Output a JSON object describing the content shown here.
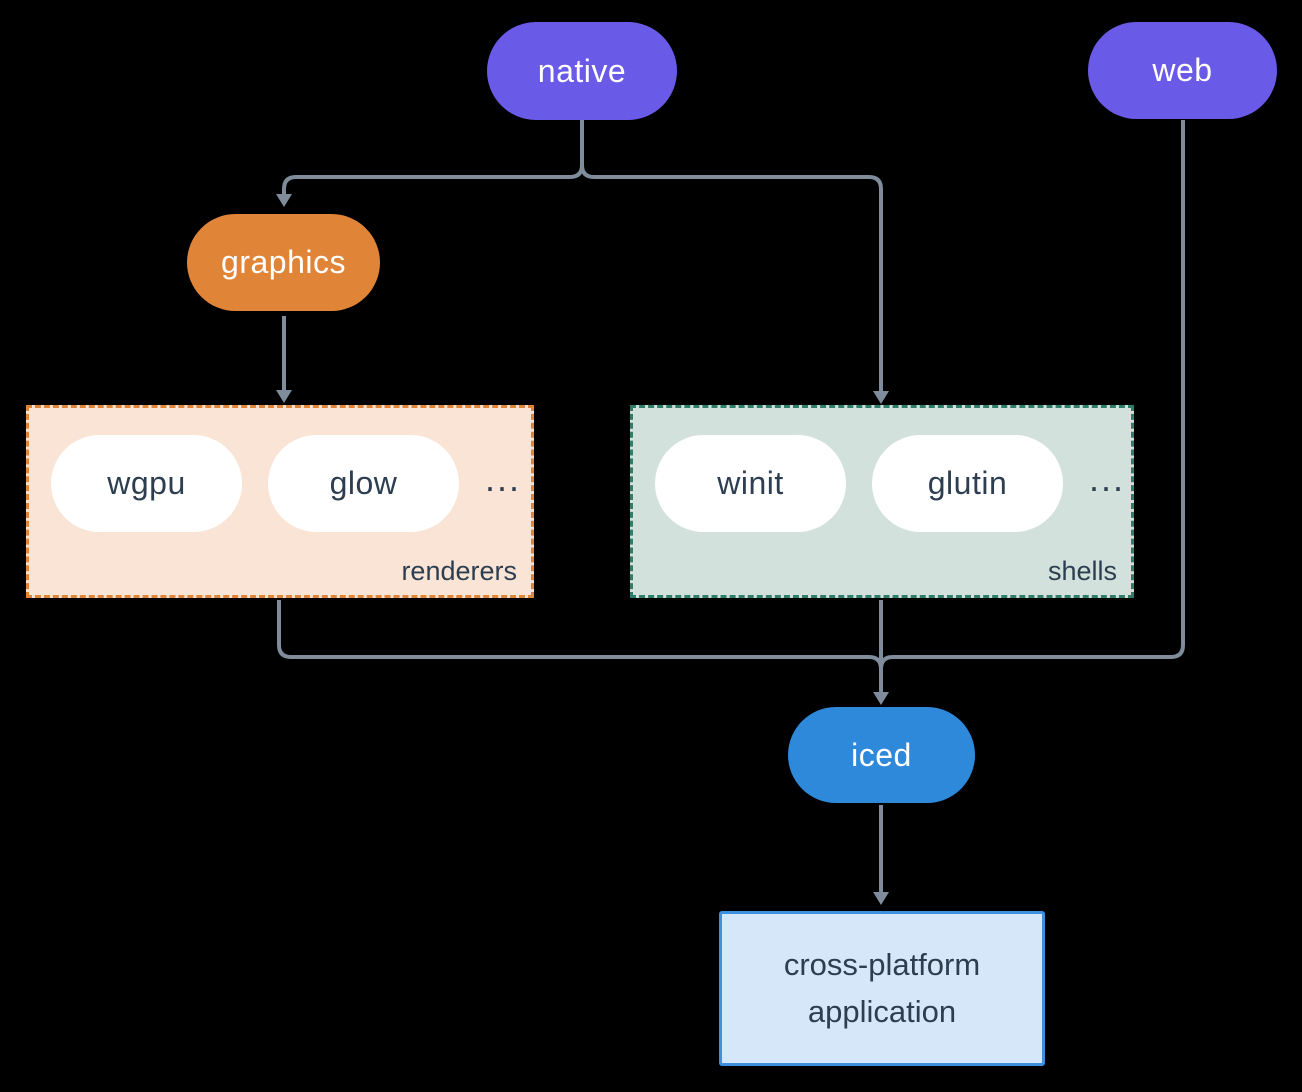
{
  "colors": {
    "bg": "#000000",
    "purple": "#6A5AE8",
    "orange": "#E08438",
    "blue": "#2E89DA",
    "peachbg": "#FAE4D5",
    "sagebg": "#D2E1DB",
    "teal": "#2F7E6B",
    "appbg": "#D6E7F9",
    "appborder": "#3E8FE0",
    "line": "#7E8C9C",
    "darktext": "#2C3E50"
  },
  "nodes": {
    "native": {
      "label": "native"
    },
    "web": {
      "label": "web"
    },
    "graphics": {
      "label": "graphics"
    },
    "iced": {
      "label": "iced"
    },
    "application": {
      "label": "cross-platform application"
    }
  },
  "groups": {
    "renderers": {
      "label": "renderers",
      "items": [
        "wgpu",
        "glow"
      ],
      "ellipsis": "..."
    },
    "shells": {
      "label": "shells",
      "items": [
        "winit",
        "glutin"
      ],
      "ellipsis": "..."
    }
  }
}
